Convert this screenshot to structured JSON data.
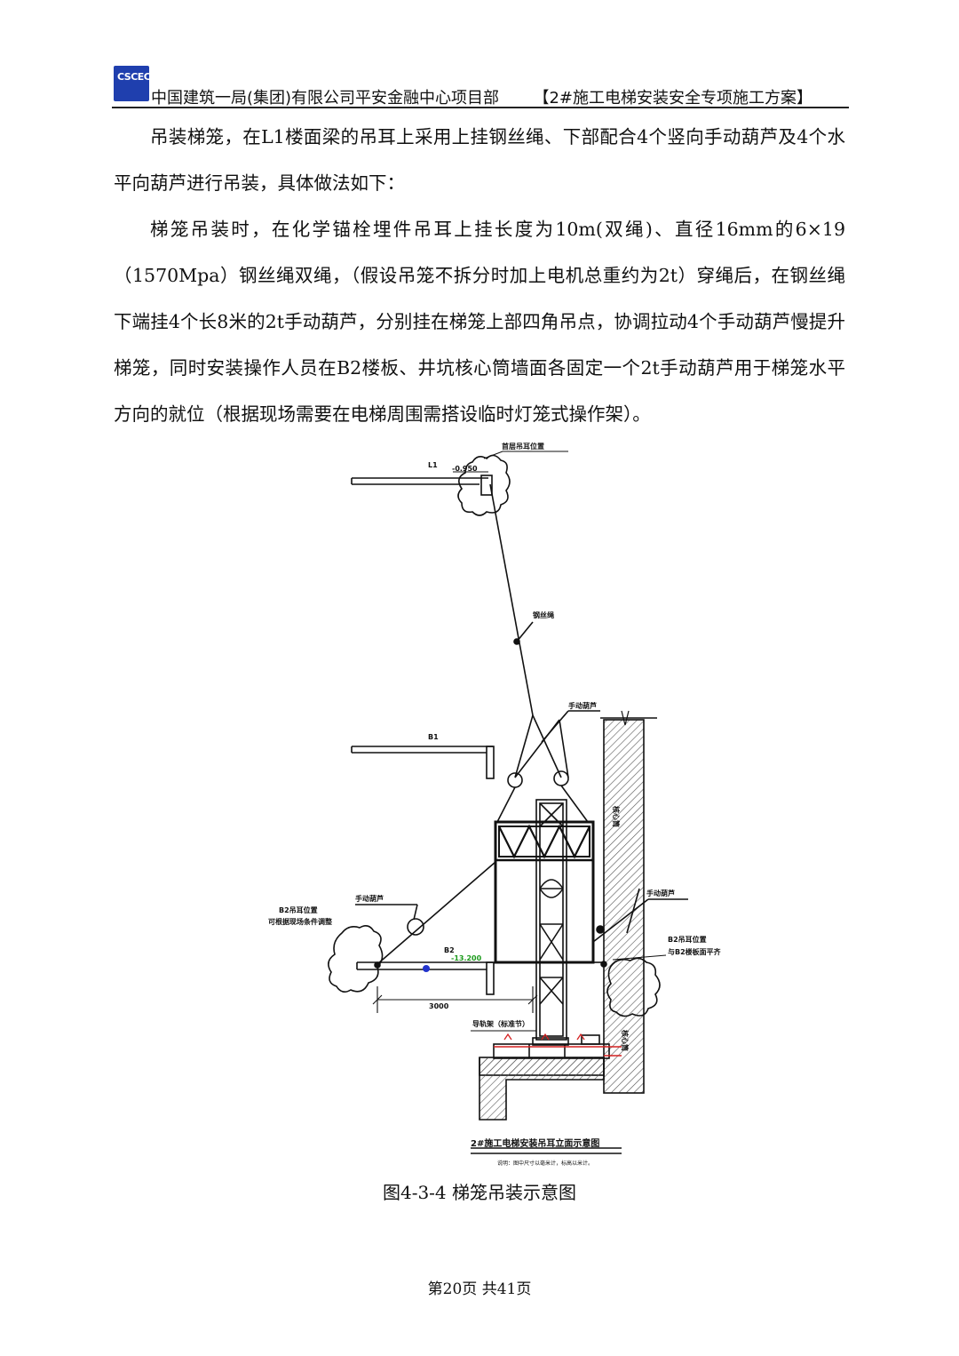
{
  "header": {
    "logo_text": "CSCEC",
    "company": "中国建筑一局(集团)有限公司平安金融中心项目部",
    "document_title": "【2#施工电梯安装安全专项施工方案】"
  },
  "body": {
    "paragraph_1": "吊装梯笼，在L1楼面梁的吊耳上采用上挂钢丝绳、下部配合4个竖向手动葫芦及4个水平向葫芦进行吊装，具体做法如下：",
    "paragraph_2": "梯笼吊装时，在化学锚栓埋件吊耳上挂长度为10m(双绳)、直径16mm的6×19（1570Mpa）钢丝绳双绳，（假设吊笼不拆分时加上电机总重约为2t）穿绳后，在钢丝绳下端挂4个长8米的2t手动葫芦，分别挂在梯笼上部四角吊点，协调拉动4个手动葫芦慢提升梯笼，同时安装操作人员在B2楼板、井坑核心筒墙面各固定一个2t手动葫芦用于梯笼水平方向的就位（根据现场需要在电梯周围需搭设临时灯笼式操作架）。"
  },
  "figure": {
    "labels": {
      "top_lug": "首层吊耳位置",
      "level_l1": "L1",
      "elev_l1": "-0.950",
      "wire_rope": "钢丝绳",
      "hoist_top": "手动葫芦",
      "level_b1": "B1",
      "core_wall": "核心筒",
      "hoist_left": "手动葫芦",
      "b2_lug_left": "B2吊耳位置",
      "b2_lug_left_note": "可根据现场条件调整",
      "level_b2": "B2",
      "elev_b2": "-13.200",
      "hoist_right": "手动葫芦",
      "b2_lug_right": "B2吊耳位置",
      "b2_lug_right_note": "与B2楼板面平齐",
      "dim_3000": "3000",
      "guide_rail": "导轨架（标准节）",
      "pit_wall": "核心筒",
      "drawing_title": "2#施工电梯安装吊耳立面示意图",
      "drawing_note": "说明：图中尺寸以毫米计，标高以米计。"
    },
    "colors": {
      "line": "#111111",
      "elevation_green": "#1a9a1a",
      "marker_blue": "#2233cc",
      "foundation_red": "#d42020"
    }
  },
  "caption": "图4-3-4 梯笼吊装示意图",
  "footer": {
    "page_info": "第20页 共41页"
  }
}
